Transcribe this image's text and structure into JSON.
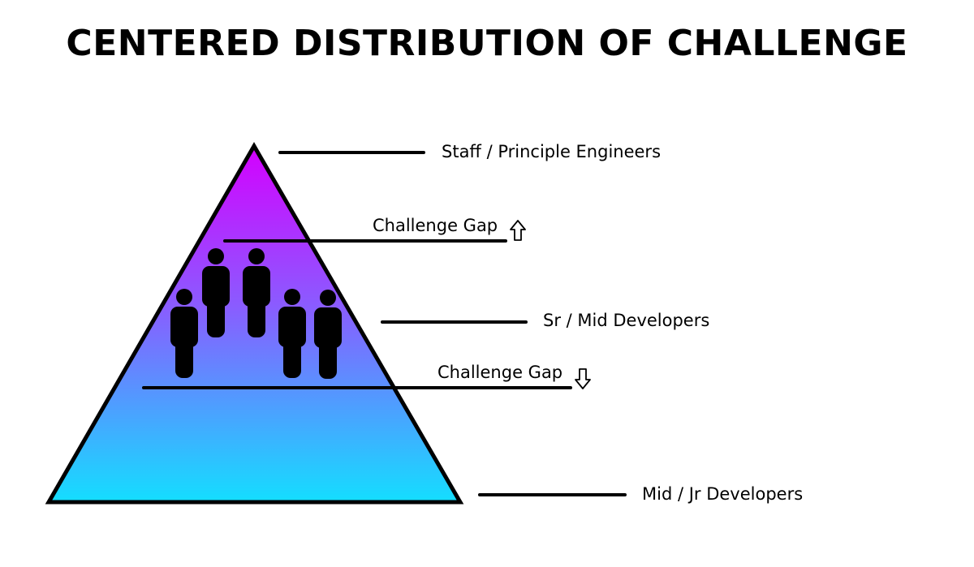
{
  "title": "CENTERED DISTRIBUTION OF CHALLENGE",
  "labels": {
    "top": "Staff / Principle Engineers",
    "gap_up": "Challenge Gap",
    "middle": "Sr / Mid Developers",
    "gap_down": "Challenge Gap",
    "bottom": "Mid / Jr Developers"
  },
  "icons": {
    "gap_up": "arrow-up-outline-icon",
    "gap_down": "arrow-down-outline-icon",
    "people": "person-icon"
  },
  "colors": {
    "gradient_top": "#d400ff",
    "gradient_bottom": "#14deff",
    "stroke": "#000000"
  }
}
